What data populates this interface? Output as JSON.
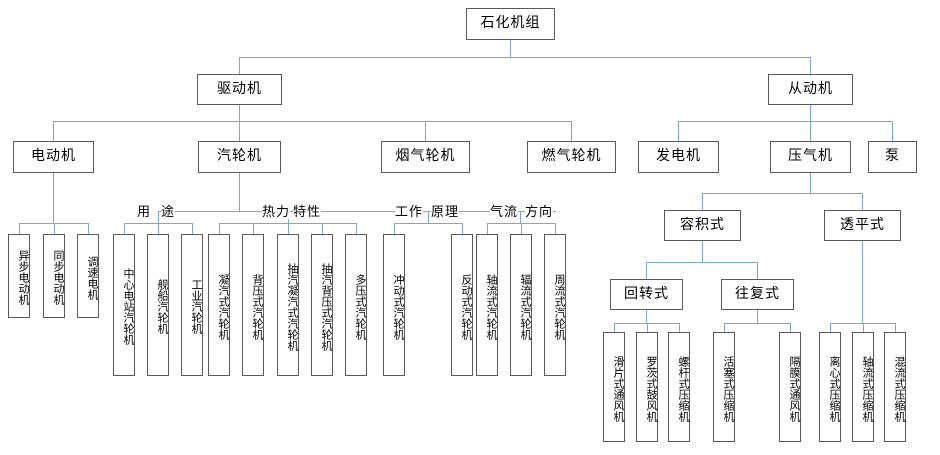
{
  "diagram": {
    "title": "石化机组",
    "root": {
      "label": "石化机组"
    },
    "level2": [
      {
        "label": "驱动机"
      },
      {
        "label": "从动机"
      }
    ],
    "level3": [
      {
        "label": "电动机"
      },
      {
        "label": "汽轮机"
      },
      {
        "label": "烟气轮机"
      },
      {
        "label": "燃气轮机"
      },
      {
        "label": "发电机"
      },
      {
        "label": "压气机"
      },
      {
        "label": "泵"
      }
    ],
    "captions": [
      {
        "label": "用"
      },
      {
        "label": "途"
      },
      {
        "label": "热力"
      },
      {
        "label": "特性"
      },
      {
        "label": "工作"
      },
      {
        "label": "原理"
      },
      {
        "label": "气流"
      },
      {
        "label": "方向"
      }
    ],
    "motor_leaves": [
      {
        "label": "异步电动机"
      },
      {
        "label": "同步电动机"
      },
      {
        "label": "调速电机"
      }
    ],
    "turbine_use_leaves": [
      {
        "label": "中心电站汽轮机"
      },
      {
        "label": "舰船汽轮机"
      },
      {
        "label": "工业汽轮机"
      }
    ],
    "turbine_thermal_leaves": [
      {
        "label": "凝汽式汽轮机"
      },
      {
        "label": "背压式汽轮机"
      },
      {
        "label": "抽汽凝汽式汽轮机"
      },
      {
        "label": "抽汽背压式汽轮机"
      },
      {
        "label": "多压式汽轮机"
      }
    ],
    "turbine_principle_leaves": [
      {
        "label": "冲动式汽轮机"
      },
      {
        "label": "反动式汽轮机"
      }
    ],
    "turbine_flow_leaves": [
      {
        "label": "轴流式汽轮机"
      },
      {
        "label": "辐流式汽轮机"
      },
      {
        "label": "周流式汽轮机"
      }
    ],
    "compressor_types": [
      {
        "label": "容积式"
      },
      {
        "label": "透平式"
      }
    ],
    "volumetric_types": [
      {
        "label": "回转式"
      },
      {
        "label": "往复式"
      }
    ],
    "rotary_leaves": [
      {
        "label": "滑片式通风机"
      },
      {
        "label": "罗茨式鼓风机"
      },
      {
        "label": "螺杆式压缩机"
      }
    ],
    "reciprocating_leaves": [
      {
        "label": "活塞式压缩机"
      },
      {
        "label": "隔膜式通风机"
      }
    ],
    "turbo_leaves": [
      {
        "label": "离心式压缩机"
      },
      {
        "label": "轴流式压缩机"
      },
      {
        "label": "混流式压缩机"
      }
    ],
    "colors": {
      "connector": "#7ba7d7",
      "box_border": "#5a5a5a",
      "background": "#ffffff",
      "text": "#000000"
    }
  }
}
